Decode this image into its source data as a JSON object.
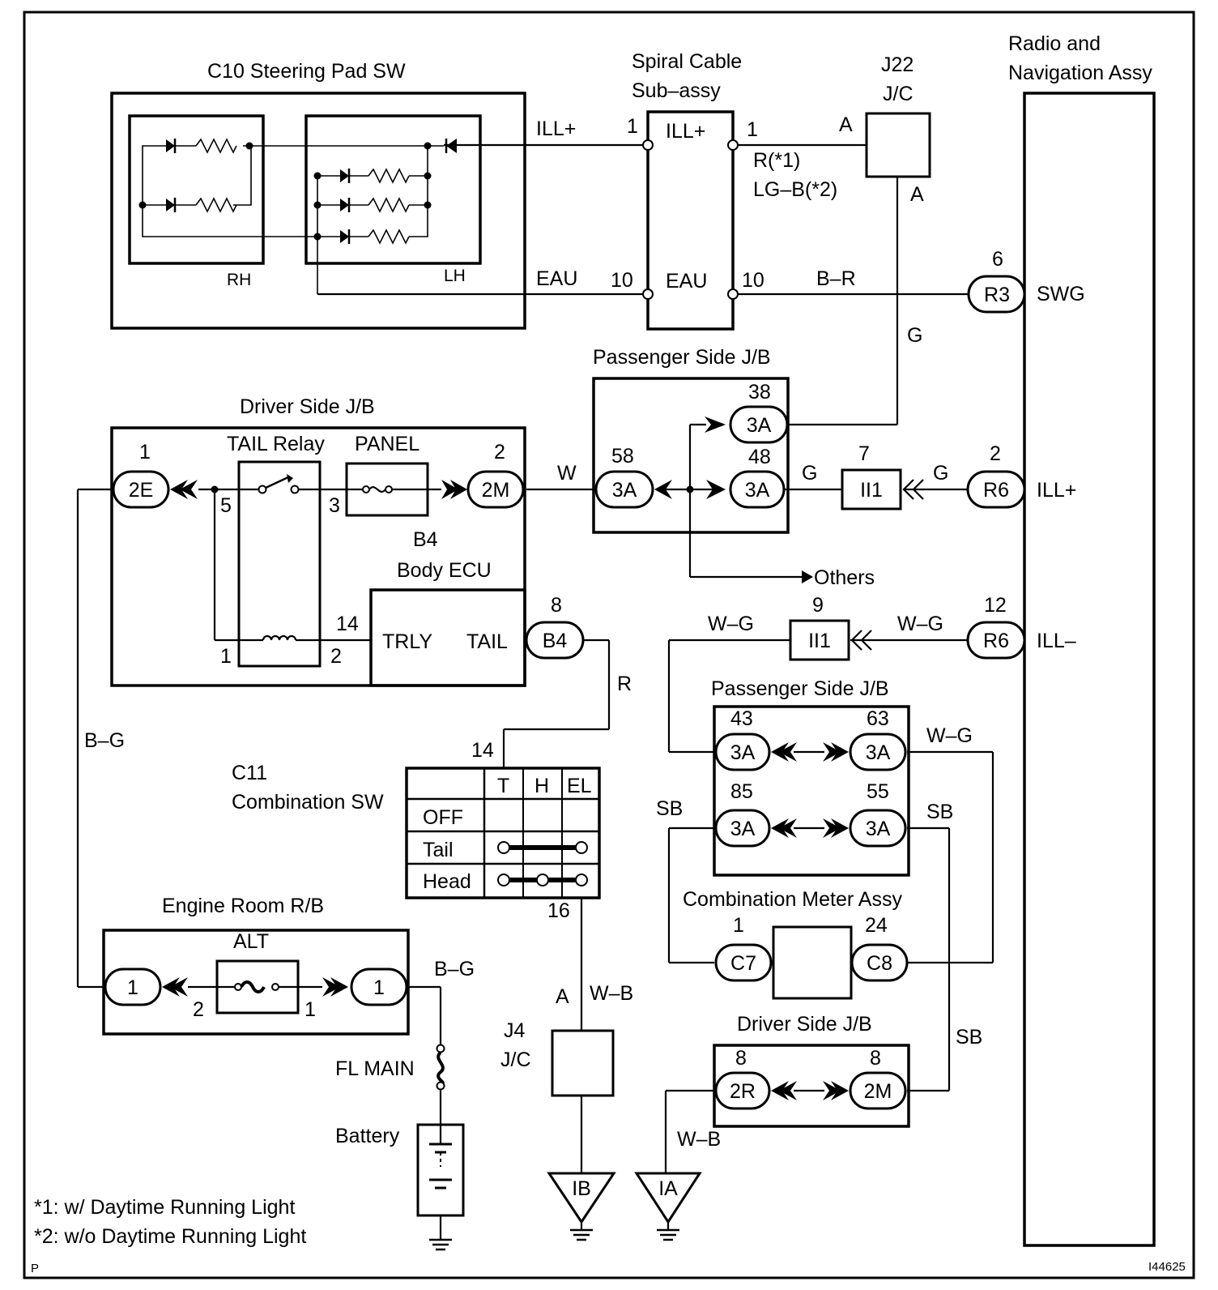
{
  "blocks": {
    "steering_pad": "C10 Steering Pad SW",
    "rh": "RH",
    "lh": "LH",
    "spiral_cable_1": "Spiral Cable",
    "spiral_cable_2": "Sub–assy",
    "j22_1": "J22",
    "j22_2": "J/C",
    "radio_1": "Radio and",
    "radio_2": "Navigation Assy",
    "passenger_jb_top": "Passenger Side J/B",
    "driver_jb_top": "Driver Side J/B",
    "tail_relay": "TAIL Relay",
    "panel": "PANEL",
    "body_ecu_1": "B4",
    "body_ecu_2": "Body ECU",
    "trly": "TRLY",
    "tail": "TAIL",
    "others": "Others",
    "passenger_jb_bottom": "Passenger Side J/B",
    "comb_sw_1": "C11",
    "comb_sw_2": "Combination SW",
    "comb_meter": "Combination Meter Assy",
    "engine_rb": "Engine Room R/B",
    "alt": "ALT",
    "fl_main": "FL MAIN",
    "battery": "Battery",
    "j4_1": "J4",
    "j4_2": "J/C",
    "driver_jb_bottom": "Driver Side J/B"
  },
  "spiral_labels": {
    "ill": "ILL+",
    "eau": "EAU"
  },
  "wires": {
    "ill_plus_left": "ILL+",
    "eau_left": "EAU",
    "r_dr": "R(*1)",
    "lg_b": "LG–B(*2)",
    "b_r": "B–R",
    "g_vert": "G",
    "w": "W",
    "g1": "G",
    "g2": "G",
    "w_g1": "W–G",
    "w_g2": "W–G",
    "w_g3": "W–G",
    "r": "R",
    "b_g_left": "B–G",
    "b_g_right": "B–G",
    "sb1": "SB",
    "sb2": "SB",
    "sb3": "SB",
    "w_b1": "W–B",
    "w_b2": "W–B"
  },
  "pins": {
    "spiral_l1": "1",
    "spiral_r1": "1",
    "spiral_l10": "10",
    "spiral_r10": "10",
    "j22_a1": "A",
    "j22_a2": "A",
    "j4_a": "A",
    "r3": "6",
    "pj38": "38",
    "pj58": "58",
    "pj48": "48",
    "ii1_top": "7",
    "r6_top": "2",
    "dj1": "1",
    "dj2": "2",
    "relay5": "5",
    "relay3": "3",
    "relay1": "1",
    "relay2": "2",
    "ecu14": "14",
    "b4": "8",
    "ii1_bot": "9",
    "r6_bot": "12",
    "pb43": "43",
    "pb63": "63",
    "pb85": "85",
    "pb55": "55",
    "c7": "1",
    "c8": "24",
    "sw14": "14",
    "sw16": "16",
    "alt2": "2",
    "alt1": "1",
    "d8a": "8",
    "d8b": "8"
  },
  "connectors": {
    "r3": "R3",
    "r6_top": "R6",
    "r6_bot": "R6",
    "pj_38": "3A",
    "pj_58": "3A",
    "pj_48": "3A",
    "ii1_top": "II1",
    "ii1_bot": "II1",
    "dj_2e": "2E",
    "dj_2m": "2M",
    "b4": "B4",
    "pb_43": "3A",
    "pb_63": "3A",
    "pb_85": "3A",
    "pb_55": "3A",
    "c7": "C7",
    "c8": "C8",
    "er_left": "1",
    "er_right": "1",
    "dj_2r": "2R",
    "dj_2m_bot": "2M",
    "ib": "IB",
    "ia": "IA"
  },
  "radio_pins": {
    "swg": "SWG",
    "ill_plus": "ILL+",
    "ill_minus": "ILL–"
  },
  "switch_table": {
    "columns": [
      "T",
      "H",
      "EL"
    ],
    "rows": [
      "OFF",
      "Tail",
      "Head"
    ]
  },
  "notes": {
    "n1": "*1: w/ Daytime Running Light",
    "n2": "*2: w/o Daytime Running Light"
  },
  "corner": {
    "left": "P",
    "right": "I44625"
  }
}
